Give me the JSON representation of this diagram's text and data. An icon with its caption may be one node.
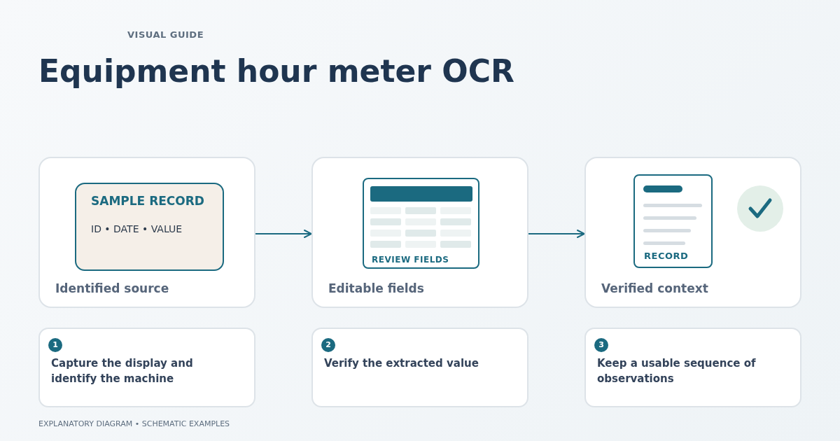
{
  "diagram": {
    "title": "Equipment hour meter OCR",
    "caption": "EXPLANATORY DIAGRAM • SCHEMATIC EXAMPLES",
    "nodes": [
      {
        "text": [
          "Identified source"
        ]
      },
      {
        "text": [
          "SAMPLE RECORD",
          "ID • DATE • VALUE"
        ],
        "in": 0
      },
      {
        "text": [
          "Editable fields"
        ]
      },
      {
        "text": [
          "REVIEW FIELDS"
        ],
        "in": 2
      },
      {
        "text": [
          "Verified context"
        ]
      },
      {
        "text": [
          "RECORD"
        ],
        "in": 4
      },
      {
        "text": [
          "1",
          "Capture the display and identify the machine"
        ]
      },
      {
        "text": [
          "2",
          "Verify the extracted value"
        ]
      },
      {
        "text": [
          "3",
          "Keep a usable sequence of observations"
        ]
      }
    ],
    "edges": [
      {
        "from": 0,
        "to": 2,
        "arrow": "to"
      },
      {
        "from": 2,
        "to": 4,
        "arrow": "to"
      }
    ],
    "labels": [
      "VISUAL GUIDE"
    ]
  }
}
